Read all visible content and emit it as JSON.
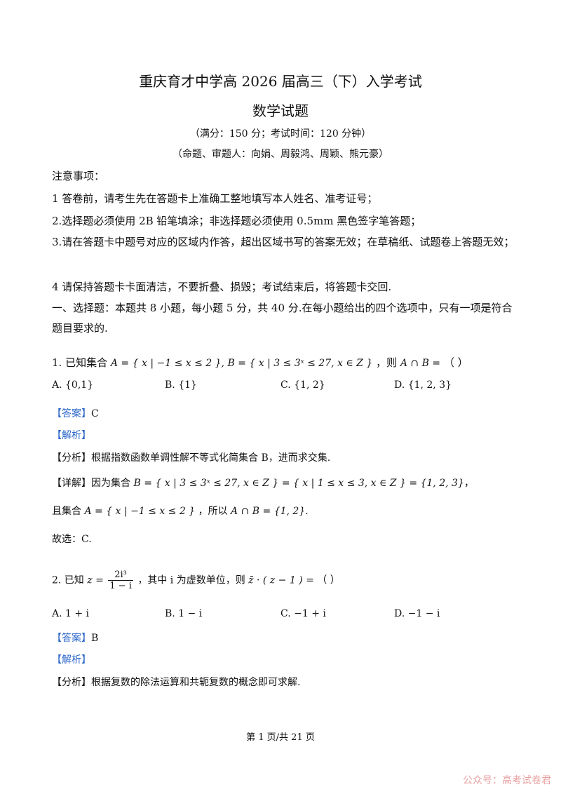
{
  "header": {
    "title": "重庆育才中学高 2026 届高三（下）入学考试",
    "subject": "数学试题",
    "score_time": "（满分：150 分；考试时间：120 分钟）",
    "authors": "（命题、审题人：向娟、周毅鸿、周颖、熊元豪）"
  },
  "notice": {
    "heading": "注意事项：",
    "item1": "1 答卷前，请考生先在答题卡上准确工整地填写本人姓名、准考证号；",
    "item2": "2.选择题必须使用 2B 铅笔填涂；非选择题必须使用 0.5mm 黑色签字笔答题；",
    "item3": "3.请在答题卡中题号对应的区域内作答，超出区域书写的答案无效；在草稿纸、试题卷上答题无效；",
    "item4": "4 请保持答题卡卡面清洁，不要折叠、损毁；考试结束后，将答题卡交回."
  },
  "section1": {
    "intro": "一、选择题：本题共 8 小题，每小题 5 分，共 40 分.在每小题给出的四个选项中，只有一项是符合题目要求的."
  },
  "q1": {
    "stem_prefix": "1. 已知集合",
    "set_a": "A = { x | −1 ≤ x ≤ 2 }",
    "set_b": ", B = { x | 3 ≤ 3ˣ ≤ 27, x ∈ Z }",
    "stem_suffix": "，则",
    "expr": "A ∩ B =",
    "paren": "（     ）",
    "options": [
      {
        "label": "A.",
        "value": "{0,1}"
      },
      {
        "label": "B.",
        "value": "{1}"
      },
      {
        "label": "C.",
        "value": "{1, 2}"
      },
      {
        "label": "D.",
        "value": "{1, 2, 3}"
      }
    ],
    "answer_tag": "【答案】",
    "answer": "C",
    "analysis_tag": "【解析】",
    "fenxi_tag": "【分析】",
    "fenxi": "根据指数函数单调性解不等式化简集合 B，进而求交集.",
    "detail_tag": "【详解】",
    "detail_prefix": "因为集合",
    "detail_math": "B = { x | 3 ≤ 3ˣ ≤ 27, x ∈ Z } = { x | 1 ≤ x ≤ 3, x ∈ Z } = {1, 2, 3}",
    "detail_comma": "，",
    "detail2_prefix": "且集合",
    "detail2_math_a": "A = { x | −1 ≤ x ≤ 2 }",
    "detail2_mid": "，所以",
    "detail2_math_b": "A ∩ B = {1, 2}",
    "detail2_end": ".",
    "conclusion": "故选：C."
  },
  "q2": {
    "stem_prefix": "2. 已知",
    "z_eq": "z =",
    "frac_num": "2i³",
    "frac_den": "1 − i",
    "stem_mid": "，其中 i 为虚数单位，则",
    "expr": "z̄ · ( z − 1 ) =",
    "paren": "（     ）",
    "options": [
      {
        "label": "A.",
        "value": "1 + i"
      },
      {
        "label": "B.",
        "value": "1 − i"
      },
      {
        "label": "C.",
        "value": "−1 + i"
      },
      {
        "label": "D.",
        "value": "−1 − i"
      }
    ],
    "answer_tag": "【答案】",
    "answer": "B",
    "analysis_tag": "【解析】",
    "fenxi_tag": "【分析】",
    "fenxi": "根据复数的除法运算和共轭复数的概念即可求解."
  },
  "footer": {
    "page": "第 1 页/共 21 页"
  },
  "watermark": {
    "text": "公众号：高考试卷君"
  }
}
